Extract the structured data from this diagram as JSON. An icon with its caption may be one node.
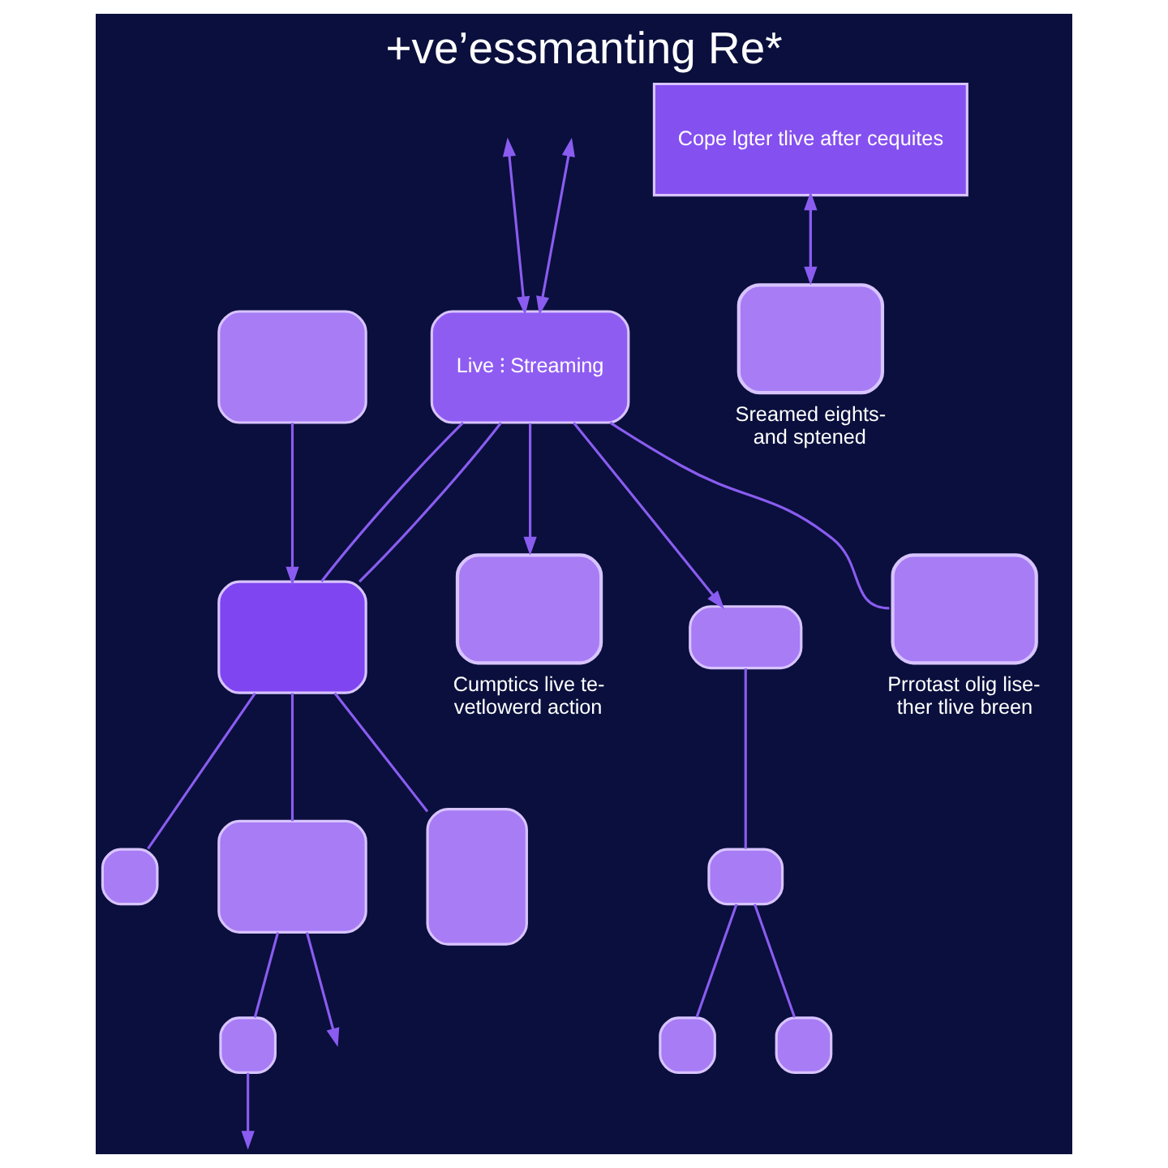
{
  "diagram": {
    "title": "+ve’essmanting Re*",
    "nodes": [
      {
        "text": [
          "Live ⁝ Streaming"
        ]
      },
      {
        "text": [],
        "shape": "box",
        "beside": [
          "Cumptics live te- vetlowerd action"
        ]
      },
      {
        "text": [],
        "shape": "box"
      },
      {
        "text": [],
        "shape": "box"
      },
      {
        "text": [],
        "shape": "box"
      },
      {
        "text": [],
        "shape": "box"
      },
      {
        "text": [],
        "shape": "box"
      },
      {
        "text": [],
        "shape": "box"
      },
      {
        "text": [
          "Cope lgter tlive after cequites"
        ]
      },
      {
        "text": [],
        "shape": "box"
      },
      {
        "text": [],
        "shape": "box"
      },
      {
        "text": [],
        "shape": "box"
      },
      {
        "text": [],
        "shape": "box",
        "beside": [
          "Prrotast olig lise- ther tlive breen"
        ]
      },
      {
        "text": [],
        "shape": "box",
        "beside": [
          "Sreamed eights- and sptened"
        ]
      },
      {
        "text": [],
        "shape": "box"
      }
    ],
    "edges": [
      {
        "from": null,
        "to": 0,
        "arrow": "both"
      },
      {
        "from": null,
        "to": 0,
        "arrow": "both"
      },
      {
        "from": 0,
        "to": 1,
        "arrow": "to"
      },
      {
        "from": 0,
        "to": 4,
        "arrow": "to"
      },
      {
        "from": 0,
        "to": 3,
        "arrow": "none"
      },
      {
        "from": 2,
        "to": 3,
        "arrow": "to"
      },
      {
        "from": 0,
        "to": 12,
        "arrow": "none"
      },
      {
        "from": 3,
        "to": 0,
        "arrow": "none"
      },
      {
        "from": 4,
        "to": 5,
        "arrow": "none"
      },
      {
        "from": 5,
        "to": 6,
        "arrow": "none"
      },
      {
        "from": 5,
        "to": 7,
        "arrow": "none"
      },
      {
        "from": 3,
        "to": 9,
        "arrow": "none"
      },
      {
        "from": 3,
        "to": 10,
        "arrow": "none"
      },
      {
        "from": 3,
        "to": 11,
        "arrow": "none"
      },
      {
        "from": 8,
        "to": 13,
        "arrow": "to"
      },
      {
        "from": 13,
        "to": 8,
        "arrow": "to"
      },
      {
        "from": 10,
        "to": null,
        "arrow": "to"
      },
      {
        "from": 10,
        "to": 14,
        "arrow": "none"
      },
      {
        "from": 14,
        "to": null,
        "arrow": "to"
      }
    ]
  }
}
